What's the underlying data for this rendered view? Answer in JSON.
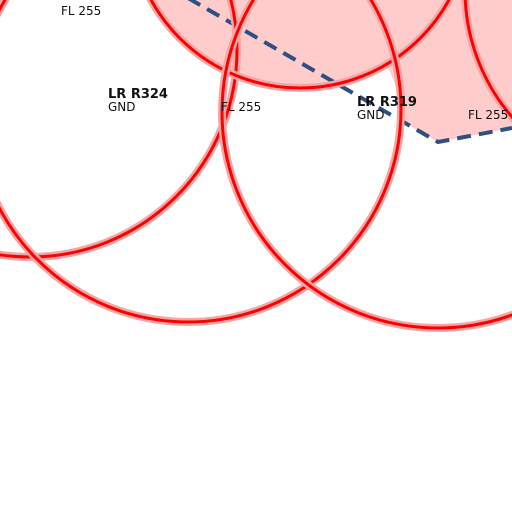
{
  "colors": {
    "zone_stroke": "#ff0000",
    "zone_halo": "#f4a6a6",
    "zone_fill": "#ffcccc",
    "boundary": "#2e4f82",
    "background": "#ffffff"
  },
  "zones": [
    {
      "name": "LR R324",
      "lower": "GND",
      "upper": "FL 255"
    },
    {
      "name": "LR R319",
      "lower": "GND",
      "upper": "FL 255"
    }
  ],
  "labels": {
    "zone_a_upper": "FL 255",
    "zone_b_upper": "FL 255",
    "zone_c_upper": "FL 255"
  }
}
